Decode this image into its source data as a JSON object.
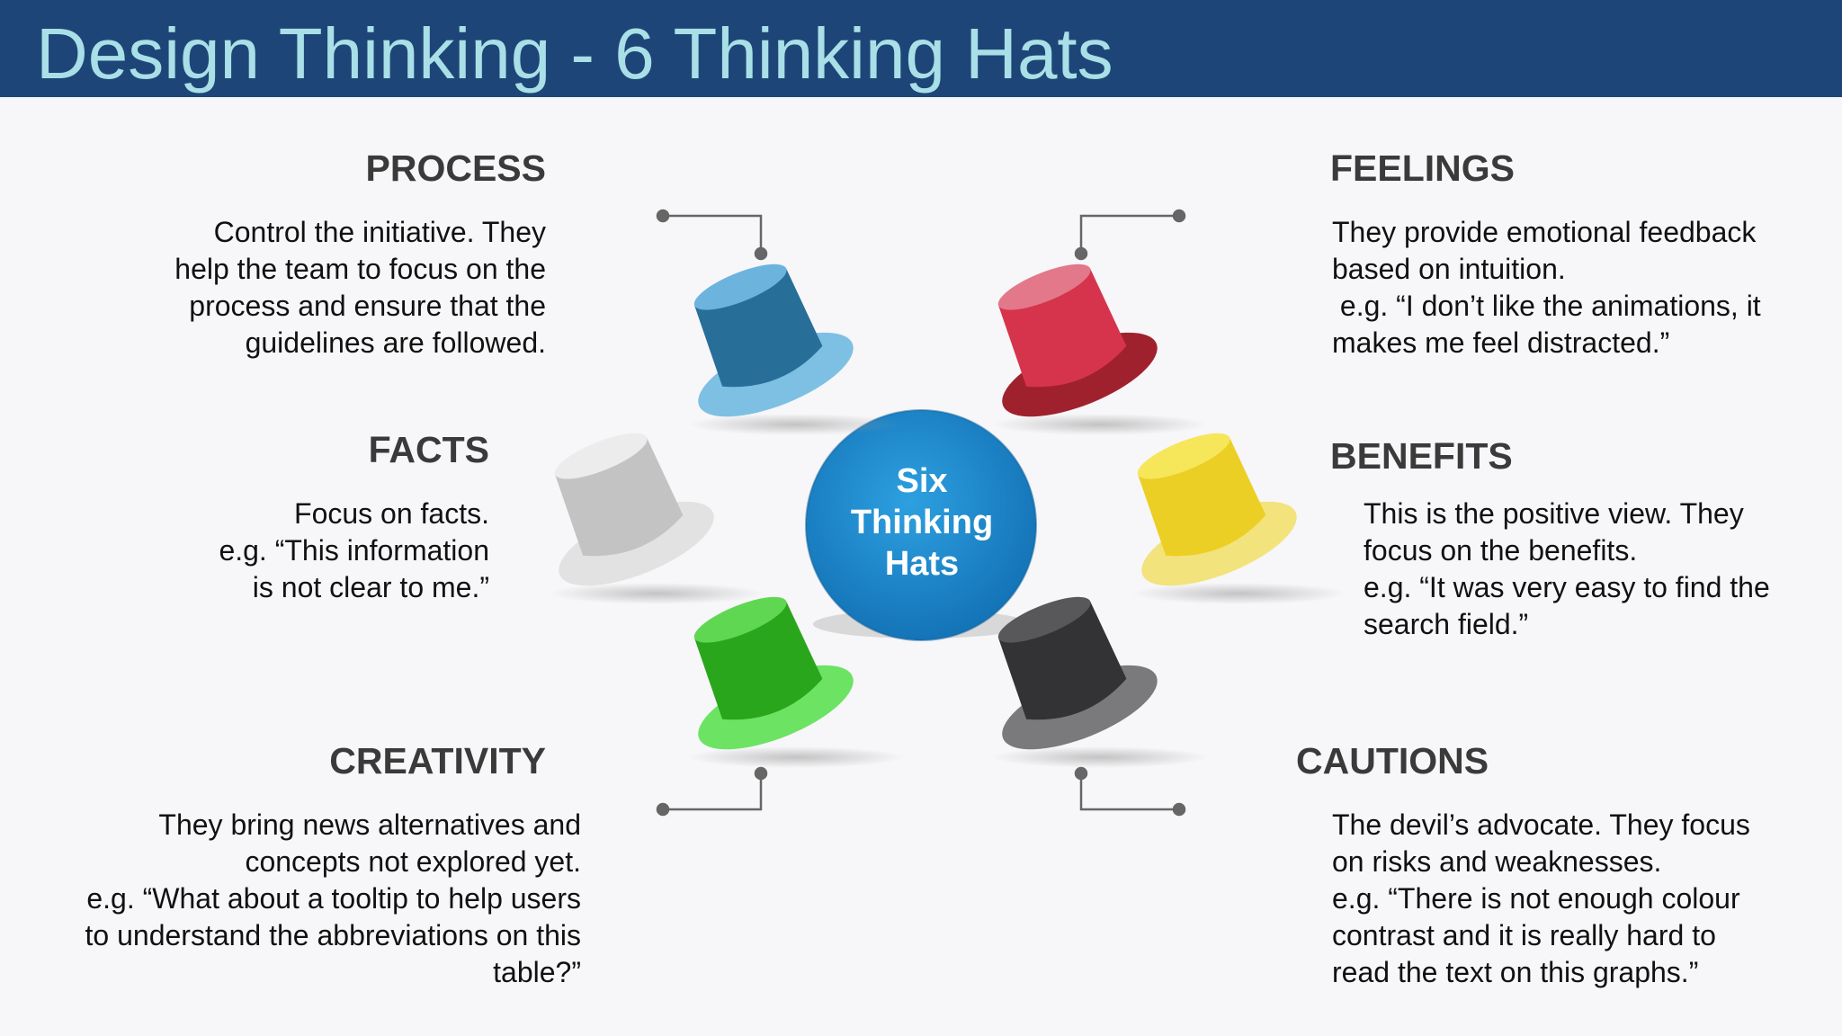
{
  "title": "Design Thinking - 6 Thinking Hats",
  "center": {
    "lines": [
      "Six",
      "Thinking",
      "Hats"
    ],
    "color": "#1e88cc"
  },
  "sections": {
    "process": {
      "heading": "PROCESS",
      "lines": [
        "Control the initiative. They",
        "help the team to focus on the",
        "process and ensure that the",
        "guidelines are followed."
      ],
      "hat_color": "blue"
    },
    "facts": {
      "heading": "FACTS",
      "lines": [
        "Focus on facts.",
        "e.g. “This information",
        "is not clear to me.”"
      ],
      "hat_color": "white"
    },
    "creativity": {
      "heading": "CREATIVITY",
      "lines": [
        "They bring news alternatives and",
        "concepts not explored yet.",
        "e.g. “What about a tooltip to help users",
        "to understand the abbreviations on this",
        "table?”"
      ],
      "hat_color": "green"
    },
    "feelings": {
      "heading": "FEELINGS",
      "lines": [
        "They provide emotional feedback",
        "based on intuition.",
        " e.g. “I don’t like the animations, it",
        "makes me feel distracted.”"
      ],
      "hat_color": "red"
    },
    "benefits": {
      "heading": "BENEFITS",
      "lines": [
        "This is the positive view. They",
        "focus on the benefits.",
        "e.g. “It was very easy to find the",
        "search field.”"
      ],
      "hat_color": "yellow"
    },
    "cautions": {
      "heading": "CAUTIONS",
      "lines": [
        "The devil’s advocate. They focus",
        "on risks and weaknesses.",
        "e.g. “There is not enough colour",
        "contrast and it is really hard to",
        "read the text on this graphs.”"
      ],
      "hat_color": "black"
    }
  }
}
